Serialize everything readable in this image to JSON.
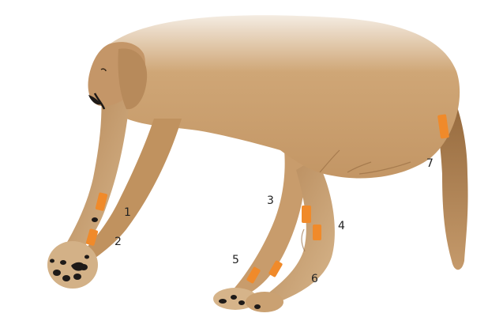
{
  "figure": {
    "subject": "dog-lying-on-side",
    "colors": {
      "fur": "#c79c6c",
      "fur_light": "#e6cfb0",
      "fur_dark": "#9a6f44",
      "marker": "#f08a2a",
      "paw_pad": "#1e1a18",
      "label": "#222222"
    },
    "labels": [
      "1",
      "2",
      "3",
      "4",
      "5",
      "6",
      "7"
    ]
  }
}
